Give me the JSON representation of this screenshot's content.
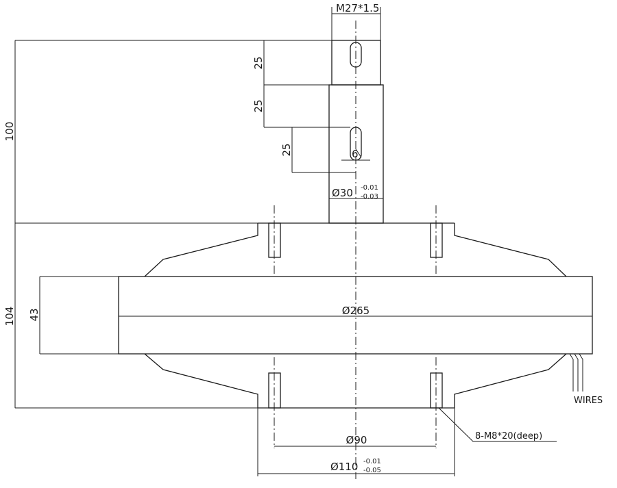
{
  "drawing": {
    "labels": {
      "thread": "M27*1.5",
      "key_len_1": "25",
      "key_len_2": "25",
      "key_len_3": "25",
      "key_width": "6",
      "overall_upper": "100",
      "overall_lower": "104",
      "hub_height": "43",
      "diameter_outer": "Ø265",
      "diameter_bolt_circle": "Ø90",
      "shaft_diameter": "Ø30",
      "shaft_tol_upper": "-0.01",
      "shaft_tol_lower": "-0.03",
      "flange_diameter": "Ø110",
      "flange_tol_upper": "-0.01",
      "flange_tol_lower": "-0.05",
      "holes_note": "8-M8*20(deep)",
      "wires": "WIRES"
    }
  }
}
